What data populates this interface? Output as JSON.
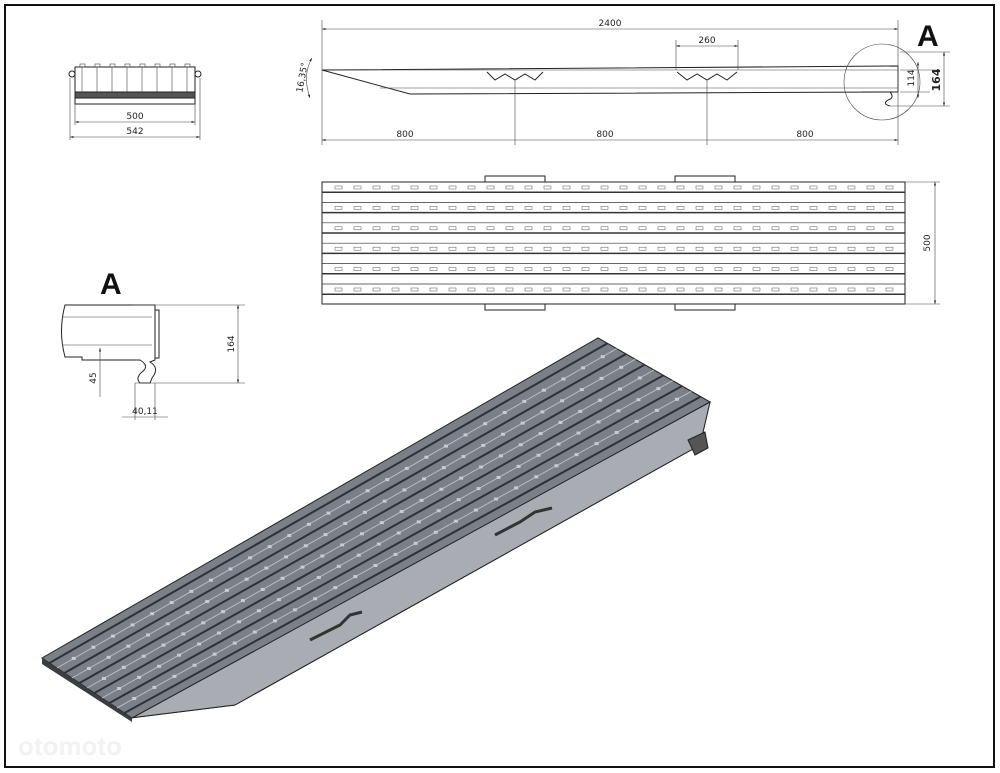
{
  "views": {
    "front": {
      "width_inner": "500",
      "width_outer": "542"
    },
    "side": {
      "length": "2400",
      "bracket_width": "260",
      "angle": "16,35°",
      "spans": [
        "800",
        "800",
        "800"
      ],
      "height_inner": "114",
      "height_outer": "164",
      "detail_label": "A"
    },
    "top": {
      "width": "500"
    },
    "detail_a": {
      "label": "A",
      "height": "164",
      "hook_height": "45",
      "hook_width": "40,11"
    }
  },
  "colors": {
    "line": "#222222",
    "ramp_body": "#7b7f87",
    "ramp_dark": "#3a3d42",
    "ramp_light": "#a9adb3"
  },
  "watermark": "otomoto"
}
